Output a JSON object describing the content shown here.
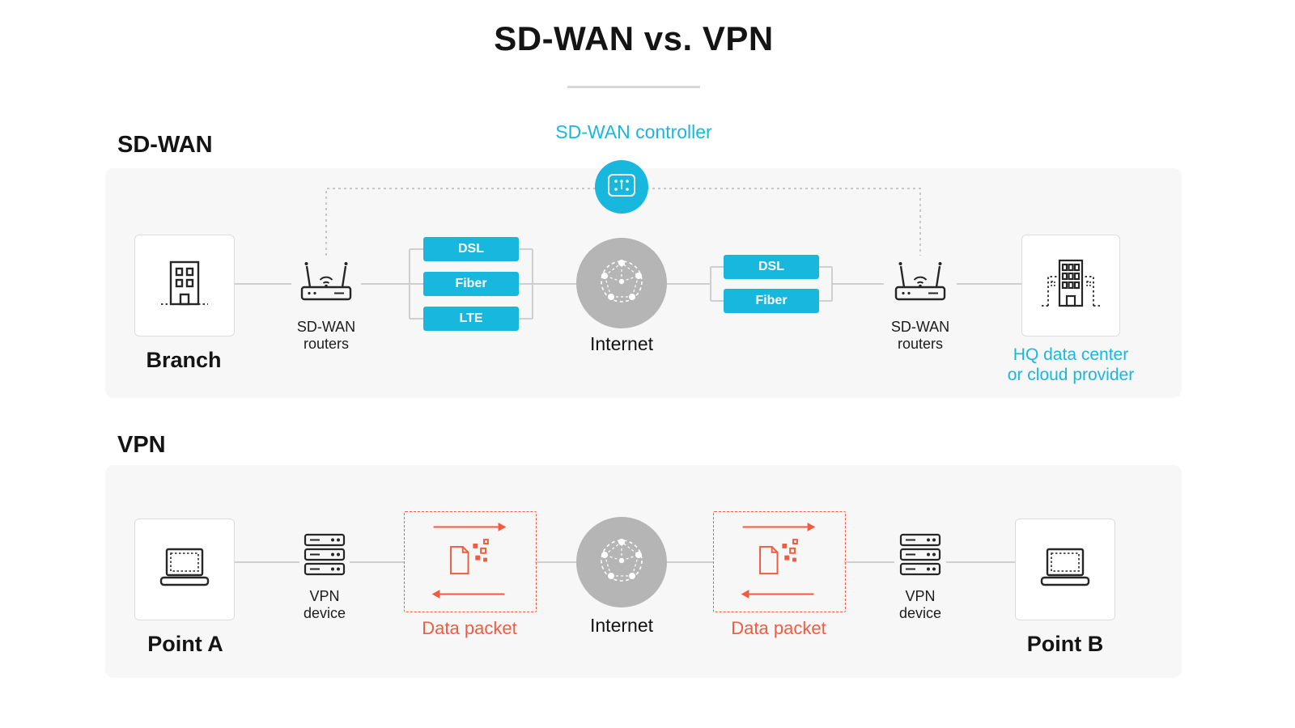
{
  "title": "SD-WAN vs. VPN",
  "colors": {
    "accent_cyan": "#18b7de",
    "accent_orange": "#f15b40",
    "panel_gray": "#f7f7f7",
    "internet_gray": "#b5b5b5",
    "connector_gray": "#cfcfcf",
    "text_dark": "#141414"
  },
  "sdwan": {
    "label": "SD-WAN",
    "controller_label": "SD-WAN controller",
    "branch_label": "Branch",
    "routers_left_label": "SD-WAN routers",
    "links_left": [
      "DSL",
      "Fiber",
      "LTE"
    ],
    "internet_label": "Internet",
    "links_right": [
      "DSL",
      "Fiber"
    ],
    "routers_right_label": "SD-WAN routers",
    "hq_label_line1": "HQ data center",
    "hq_label_line2": "or cloud provider"
  },
  "vpn": {
    "label": "VPN",
    "point_a_label": "Point A",
    "device_left_label": "VPN device",
    "packet_left_label": "Data packet",
    "internet_label": "Internet",
    "packet_right_label": "Data packet",
    "device_right_label": "VPN device",
    "point_b_label": "Point B"
  }
}
